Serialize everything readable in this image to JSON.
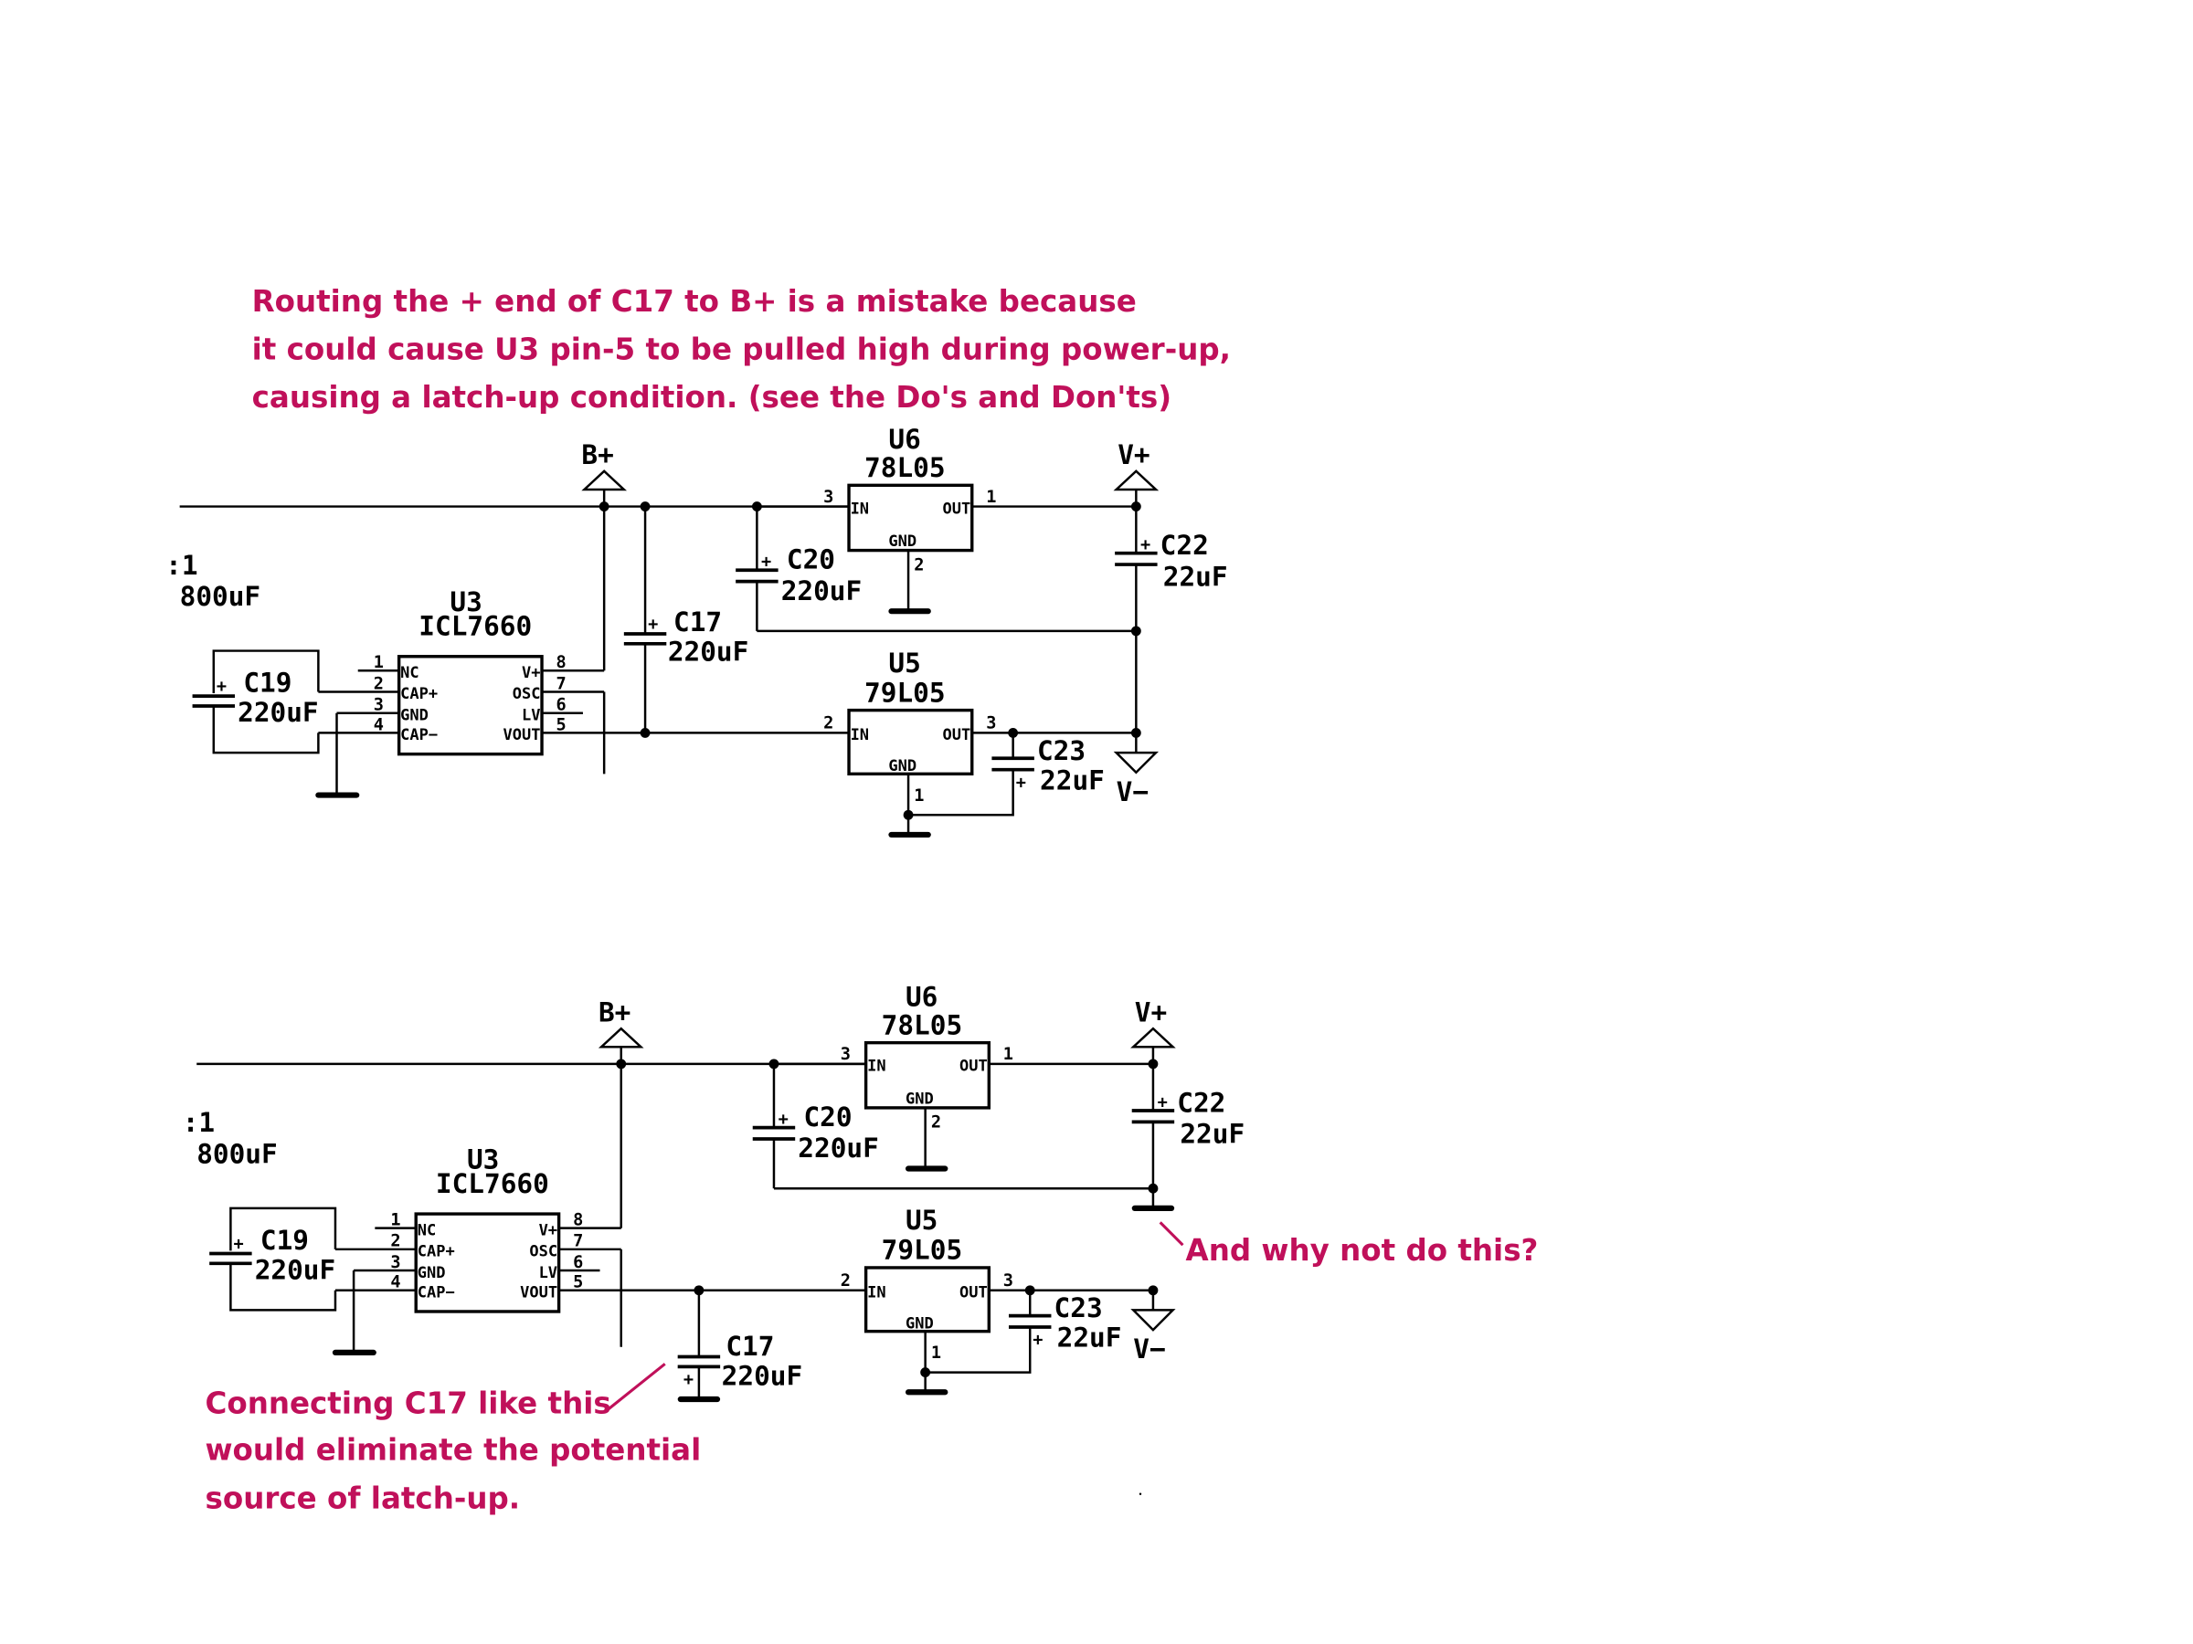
{
  "annotations": {
    "top_note": [
      "Routing the + end of C17 to B+ is a mistake because",
      "it could cause U3 pin-5 to be pulled high during power-up,",
      "causing a latch-up condition. (see the Do's and Don'ts)"
    ],
    "bottom_note": [
      "Connecting C17 like this",
      "would eliminate the potential",
      "source of latch-up."
    ],
    "side_note": "And why not do this?",
    "color": "#C0105A"
  },
  "schematics": [
    {
      "id": "wrong",
      "nets": {
        "bplus": "B+",
        "vplus": "V+",
        "vminus": "V−"
      },
      "partial_cap": {
        "ref": ":1",
        "value": "800uF"
      },
      "u3": {
        "ref": "U3",
        "part": "ICL7660",
        "left_pins": [
          {
            "num": "1",
            "name": "NC"
          },
          {
            "num": "2",
            "name": "CAP+"
          },
          {
            "num": "3",
            "name": "GND"
          },
          {
            "num": "4",
            "name": "CAP−"
          }
        ],
        "right_pins": [
          {
            "num": "8",
            "name": "V+"
          },
          {
            "num": "7",
            "name": "OSC"
          },
          {
            "num": "6",
            "name": "LV"
          },
          {
            "num": "5",
            "name": "VOUT"
          }
        ]
      },
      "c19": {
        "ref": "C19",
        "value": "220uF",
        "plus": "+"
      },
      "c17": {
        "ref": "C17",
        "value": "220uF",
        "plus": "+"
      },
      "c20": {
        "ref": "C20",
        "value": "220uF",
        "plus": "+"
      },
      "c22": {
        "ref": "C22",
        "value": "22uF",
        "plus": "+"
      },
      "c23": {
        "ref": "C23",
        "value": "22uF",
        "plus": "+"
      },
      "u6": {
        "ref": "U6",
        "part": "78L05",
        "in": "IN",
        "out": "OUT",
        "gnd": "GND",
        "pin_in": "3",
        "pin_out": "1",
        "pin_gnd": "2"
      },
      "u5": {
        "ref": "U5",
        "part": "79L05",
        "in": "IN",
        "out": "OUT",
        "gnd": "GND",
        "pin_in": "2",
        "pin_out": "3",
        "pin_gnd": "1"
      }
    },
    {
      "id": "fixed",
      "nets": {
        "bplus": "B+",
        "vplus": "V+",
        "vminus": "V−"
      },
      "partial_cap": {
        "ref": ":1",
        "value": "800uF"
      },
      "u3": {
        "ref": "U3",
        "part": "ICL7660",
        "left_pins": [
          {
            "num": "1",
            "name": "NC"
          },
          {
            "num": "2",
            "name": "CAP+"
          },
          {
            "num": "3",
            "name": "GND"
          },
          {
            "num": "4",
            "name": "CAP−"
          }
        ],
        "right_pins": [
          {
            "num": "8",
            "name": "V+"
          },
          {
            "num": "7",
            "name": "OSC"
          },
          {
            "num": "6",
            "name": "LV"
          },
          {
            "num": "5",
            "name": "VOUT"
          }
        ]
      },
      "c19": {
        "ref": "C19",
        "value": "220uF",
        "plus": "+"
      },
      "c17": {
        "ref": "C17",
        "value": "220uF",
        "plus": "+"
      },
      "c20": {
        "ref": "C20",
        "value": "220uF",
        "plus": "+"
      },
      "c22": {
        "ref": "C22",
        "value": "22uF",
        "plus": "+"
      },
      "c23": {
        "ref": "C23",
        "value": "22uF",
        "plus": "+"
      },
      "u6": {
        "ref": "U6",
        "part": "78L05",
        "in": "IN",
        "out": "OUT",
        "gnd": "GND",
        "pin_in": "3",
        "pin_out": "1",
        "pin_gnd": "2"
      },
      "u5": {
        "ref": "U5",
        "part": "79L05",
        "in": "IN",
        "out": "OUT",
        "gnd": "GND",
        "pin_in": "2",
        "pin_out": "3",
        "pin_gnd": "1"
      }
    }
  ]
}
